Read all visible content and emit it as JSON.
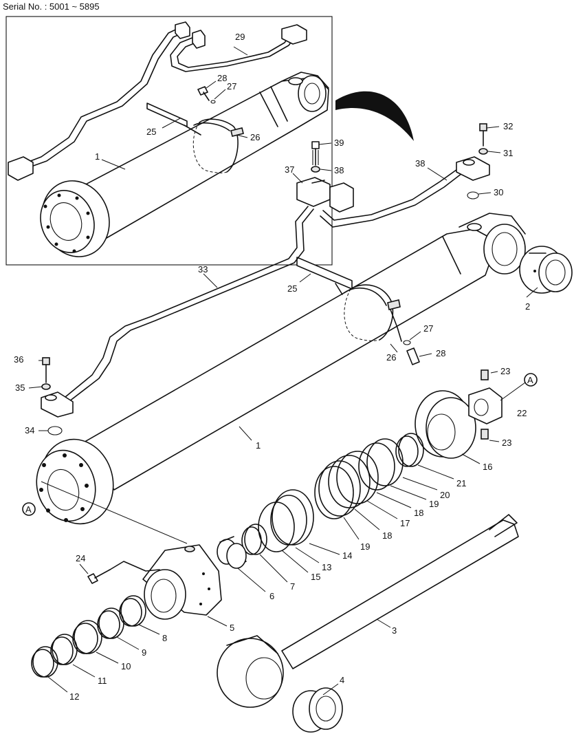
{
  "header": {
    "serial": "Serial No. : 5001 ~ 5895"
  },
  "callouts": [
    "1",
    "2",
    "3",
    "4",
    "5",
    "6",
    "7",
    "8",
    "9",
    "10",
    "11",
    "12",
    "13",
    "14",
    "15",
    "16",
    "17",
    "18",
    "19",
    "20",
    "21",
    "22",
    "23",
    "24",
    "25",
    "26",
    "27",
    "28",
    "29",
    "30",
    "31",
    "32",
    "33",
    "34",
    "35",
    "36",
    "37",
    "38",
    "39",
    "A"
  ],
  "labels": {
    "p1_inset": "1",
    "p25_inset": "25",
    "p26_inset": "26",
    "p27_inset": "27",
    "p28_inset": "28",
    "p29_inset": "29",
    "p1": "1",
    "p2": "2",
    "p3": "3",
    "p4": "4",
    "p5": "5",
    "p6": "6",
    "p7": "7",
    "p8": "8",
    "p9": "9",
    "p10": "10",
    "p11": "11",
    "p12": "12",
    "p13": "13",
    "p14": "14",
    "p15": "15",
    "p16": "16",
    "p17": "17",
    "p18a": "18",
    "p18b": "18",
    "p19a": "19",
    "p19b": "19",
    "p20": "20",
    "p21": "21",
    "p22": "22",
    "p23a": "23",
    "p23b": "23",
    "p24": "24",
    "p25": "25",
    "p26": "26",
    "p27": "27",
    "p28": "28",
    "p30": "30",
    "p31": "31",
    "p32": "32",
    "p33": "33",
    "p34": "34",
    "p35": "35",
    "p36": "36",
    "p37": "37",
    "p38a": "38",
    "p38b": "38",
    "p39": "39",
    "refA1": "A",
    "refA2": "A"
  },
  "colors": {
    "line": "#111111",
    "background": "#ffffff",
    "shade": "#e4e4e4"
  }
}
